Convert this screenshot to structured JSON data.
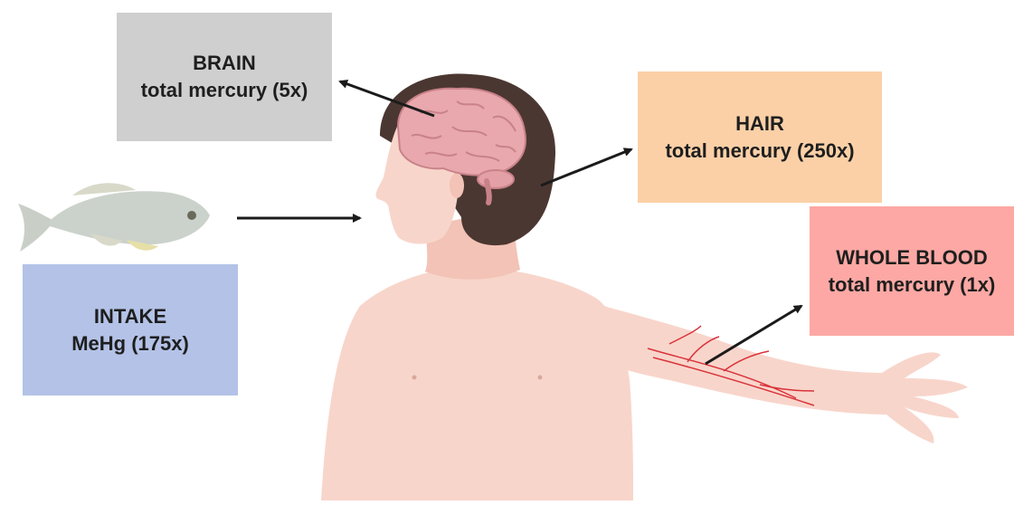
{
  "boxes": {
    "brain": {
      "title": "BRAIN",
      "subtitle": "total mercury (5x)",
      "color": "#cfcfcf"
    },
    "hair": {
      "title": "HAIR",
      "subtitle": "total mercury (250x)",
      "color": "#fbd0a7"
    },
    "blood": {
      "title": "WHOLE BLOOD",
      "subtitle": "total mercury (1x)",
      "color": "#fda8a4"
    },
    "intake": {
      "title": "INTAKE",
      "subtitle": "MeHg (175x)",
      "color": "#b3c2e6"
    }
  },
  "colors": {
    "skin": "#f8d5cb",
    "skin_shadow": "#f2c3b6",
    "hair": "#4b3731",
    "brain": "#e8a8ad",
    "brain_fold": "#c98289",
    "vessel": "#d9333a",
    "fish": "#cbd2cb",
    "fish_fin": "#e6dfa8",
    "arrow": "#1b1b1b"
  },
  "icons": [
    "fish-icon",
    "human-figure",
    "brain-icon",
    "blood-vessel-icon"
  ]
}
